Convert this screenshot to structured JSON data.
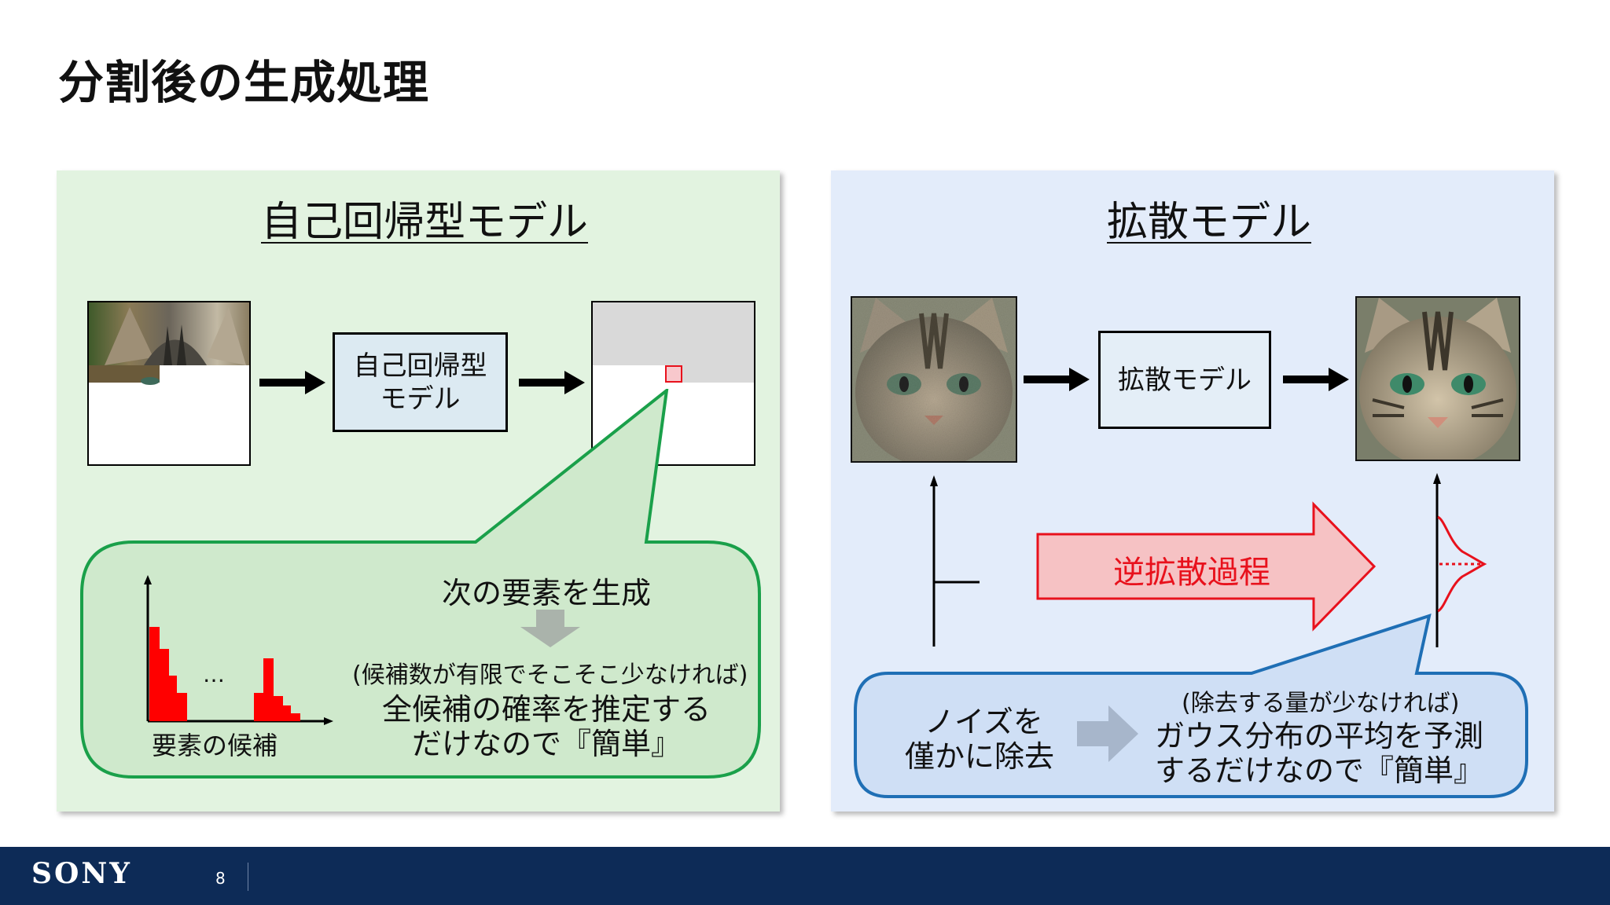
{
  "slide": {
    "title": "分割後の生成処理",
    "page_number": "8",
    "brand": "SONY"
  },
  "autoregressive": {
    "heading": "自己回帰型モデル",
    "model_label_line1": "自己回帰型",
    "model_label_line2": "モデル",
    "callout_title": "次の要素を生成",
    "callout_condition": "(候補数が有限でそこそこ少なければ)",
    "callout_line1": "全候補の確率を推定する",
    "callout_line2": "だけなので『簡単』",
    "histogram_xlabel": "要素の候補",
    "histogram_ellipsis": "…"
  },
  "diffusion": {
    "heading": "拡散モデル",
    "model_label": "拡散モデル",
    "reverse_process_label": "逆拡散過程",
    "callout_left_line1": "ノイズを",
    "callout_left_line2": "僅かに除去",
    "callout_condition": "(除去する量が少なければ)",
    "callout_line1": "ガウス分布の平均を予測",
    "callout_line2": "するだけなので『簡単』"
  },
  "colors": {
    "left_panel_bg": "#e2f3e0",
    "right_panel_bg": "#e3ecfa",
    "green_callout_border": "#1aa04a",
    "blue_callout_border": "#1f6fb5",
    "reverse_arrow_fill": "#f6c2c4",
    "reverse_arrow_border": "#e8111c",
    "histogram_bar": "#ff0000",
    "footer_bg": "#0d2b57"
  },
  "icons": [
    "right-arrow-icon",
    "down-arrow-icon",
    "gaussian-curve-icon",
    "cat-image-icon"
  ]
}
